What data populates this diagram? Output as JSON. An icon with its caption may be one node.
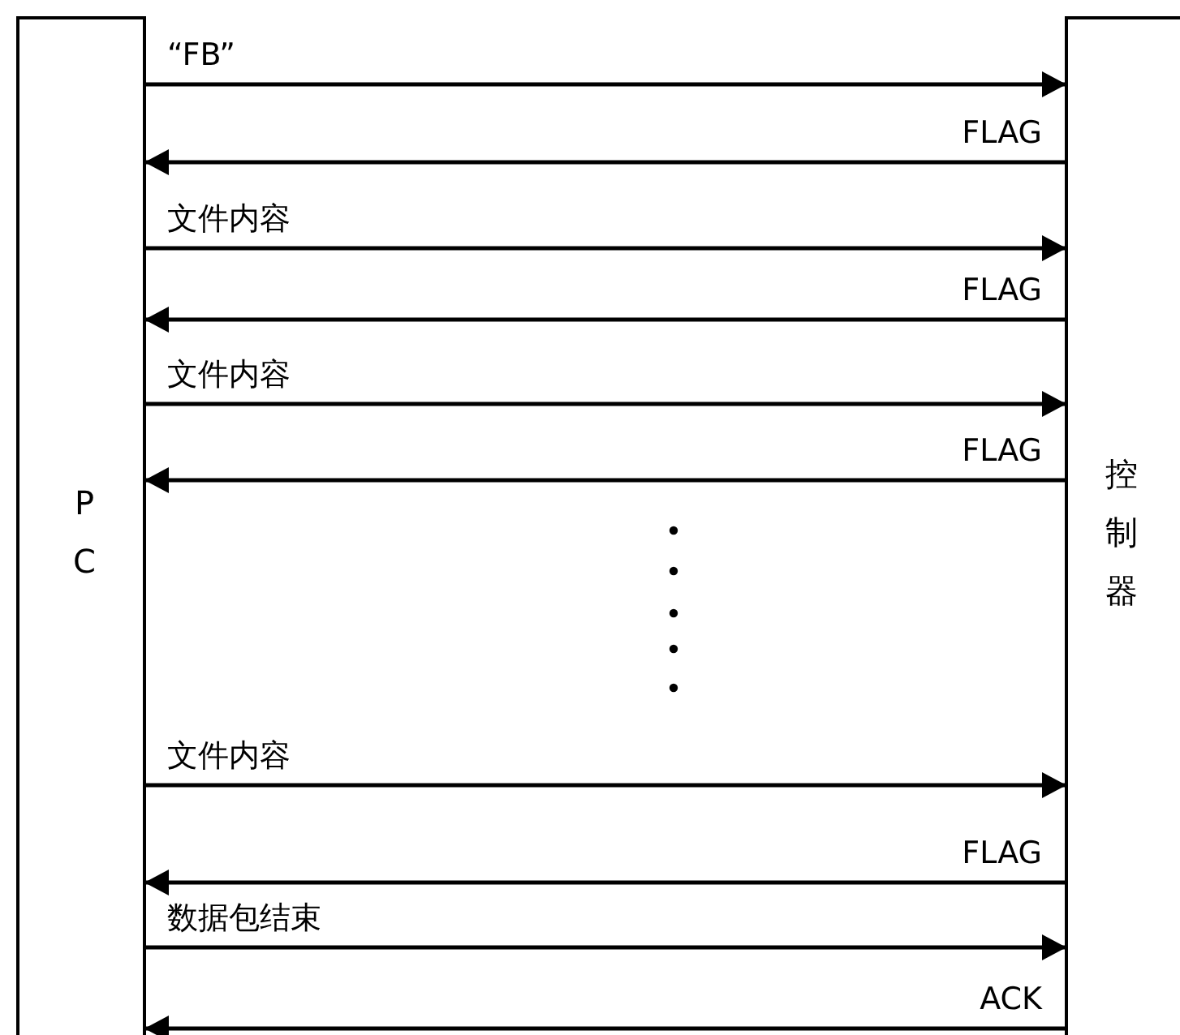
{
  "diagram": {
    "nodes": [
      {
        "text": [
          "PC"
        ]
      },
      {
        "text": [
          "控制器"
        ]
      }
    ],
    "edges": [
      {
        "from": 0,
        "to": 1,
        "arrow": "to",
        "label": "“FB”"
      },
      {
        "from": 1,
        "to": 0,
        "arrow": "to",
        "label": "FLAG"
      },
      {
        "from": 0,
        "to": 1,
        "arrow": "to",
        "label": "文件内容"
      },
      {
        "from": 1,
        "to": 0,
        "arrow": "to",
        "label": "FLAG"
      },
      {
        "from": 0,
        "to": 1,
        "arrow": "to",
        "label": "文件内容"
      },
      {
        "from": 1,
        "to": 0,
        "arrow": "to",
        "label": "FLAG"
      },
      {
        "from": 0,
        "to": 1,
        "arrow": "to",
        "label": "文件内容"
      },
      {
        "from": 1,
        "to": 0,
        "arrow": "to",
        "label": "FLAG"
      },
      {
        "from": 0,
        "to": 1,
        "arrow": "to",
        "label": "数据包结束"
      },
      {
        "from": 1,
        "to": 0,
        "arrow": "to",
        "label": "ACK"
      }
    ]
  }
}
